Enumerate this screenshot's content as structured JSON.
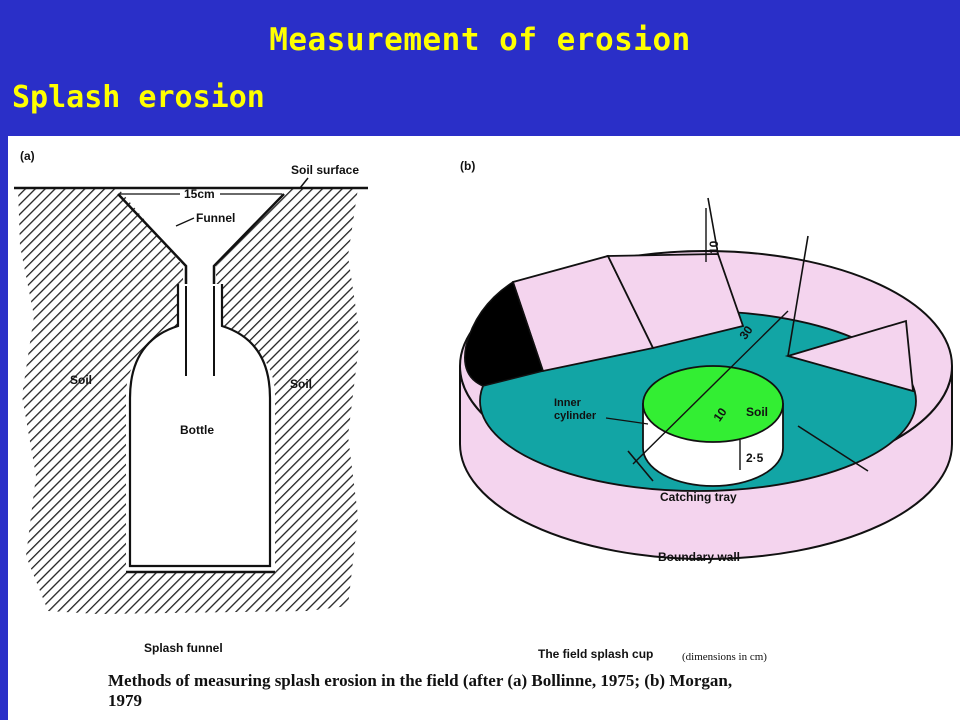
{
  "slide": {
    "title": "Measurement of erosion",
    "subtitle": "Splash erosion"
  },
  "figure_a": {
    "tag": "(a)",
    "soil_surface": "Soil surface",
    "width": "15cm",
    "funnel": "Funnel",
    "soil_left": "Soil",
    "soil_right": "Soil",
    "bottle": "Bottle",
    "title": "Splash funnel"
  },
  "figure_b": {
    "tag": "(b)",
    "dim_wall_height": "10",
    "dim_tray_diameter": "30",
    "dim_cylinder_diameter": "10",
    "dim_cylinder_height": "2·5",
    "inner_cylinder_line1": "Inner",
    "inner_cylinder_line2": "cylinder",
    "soil": "Soil",
    "catching_tray": "Catching tray",
    "boundary_wall": "Boundary wall",
    "title": "The field splash cup",
    "units_note": "(dimensions in cm)"
  },
  "caption": {
    "line1": "Methods of measuring splash erosion in the field (after (a) Bollinne, 1975; (b) Morgan,",
    "line2": "1979"
  },
  "colors": {
    "background": "#2a2fc8",
    "title_text": "#ffff00",
    "wall_fill": "#f4d4ee",
    "tray_fill": "#12a5a5",
    "soil_fill": "#33ee33"
  }
}
